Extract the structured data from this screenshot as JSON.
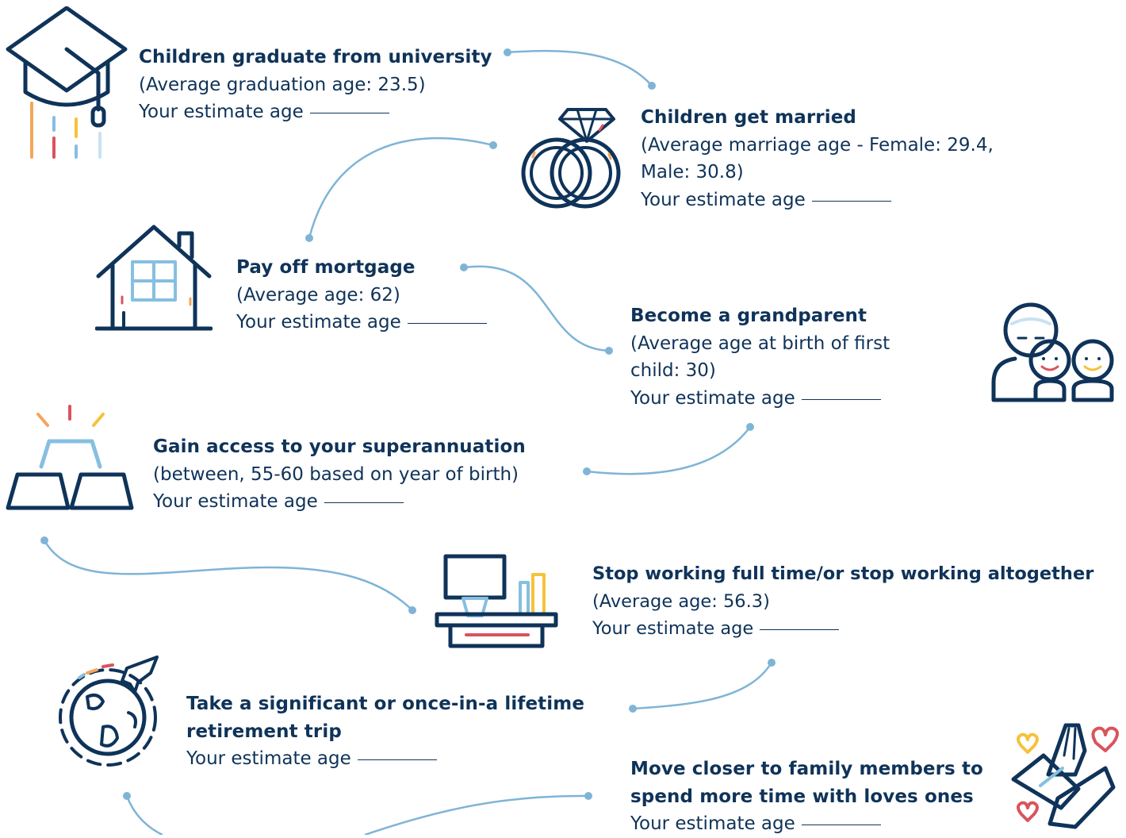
{
  "colors": {
    "navy": "#0f3359",
    "connector": "#7fb4d6",
    "light_blue": "#86bfe0",
    "orange": "#f2a65a",
    "red": "#d9545c",
    "yellow": "#f5c23a",
    "pale_blue": "#c8e2f2"
  },
  "milestones": [
    {
      "icon": "graduation-cap-icon",
      "title": "Children graduate from university",
      "lines": [
        "(Average graduation age: 23.5)"
      ],
      "estimate_label": "Your estimate age"
    },
    {
      "icon": "wedding-rings-icon",
      "title": "Children get married",
      "lines": [
        "(Average marriage age - Female: 29.4,",
        "Male: 30.8)"
      ],
      "estimate_label": "Your estimate age"
    },
    {
      "icon": "house-icon",
      "title": "Pay off mortgage",
      "lines": [
        "(Average age: 62)"
      ],
      "estimate_label": "Your estimate age"
    },
    {
      "icon": "grandparent-icon",
      "title": "Become a grandparent",
      "lines": [
        "(Average age at birth of first",
        "child: 30)"
      ],
      "estimate_label": "Your estimate age"
    },
    {
      "icon": "gold-bars-icon",
      "title": "Gain access to your superannuation",
      "lines": [
        "(between, 55-60 based on year of birth)"
      ],
      "estimate_label": "Your estimate age"
    },
    {
      "icon": "desk-icon",
      "title": "Stop working full time/or stop working altogether",
      "lines": [
        "(Average age: 56.3)"
      ],
      "estimate_label": "Your estimate age"
    },
    {
      "icon": "globe-plane-icon",
      "title": "Take a significant or once-in-a lifetime",
      "title_cont": "retirement trip",
      "lines": [],
      "estimate_label": "Your estimate age"
    },
    {
      "icon": "caring-hands-icon",
      "title": "Move closer to family members to",
      "title_cont": "spend more time with loves ones",
      "lines": [],
      "estimate_label": "Your estimate age"
    }
  ]
}
